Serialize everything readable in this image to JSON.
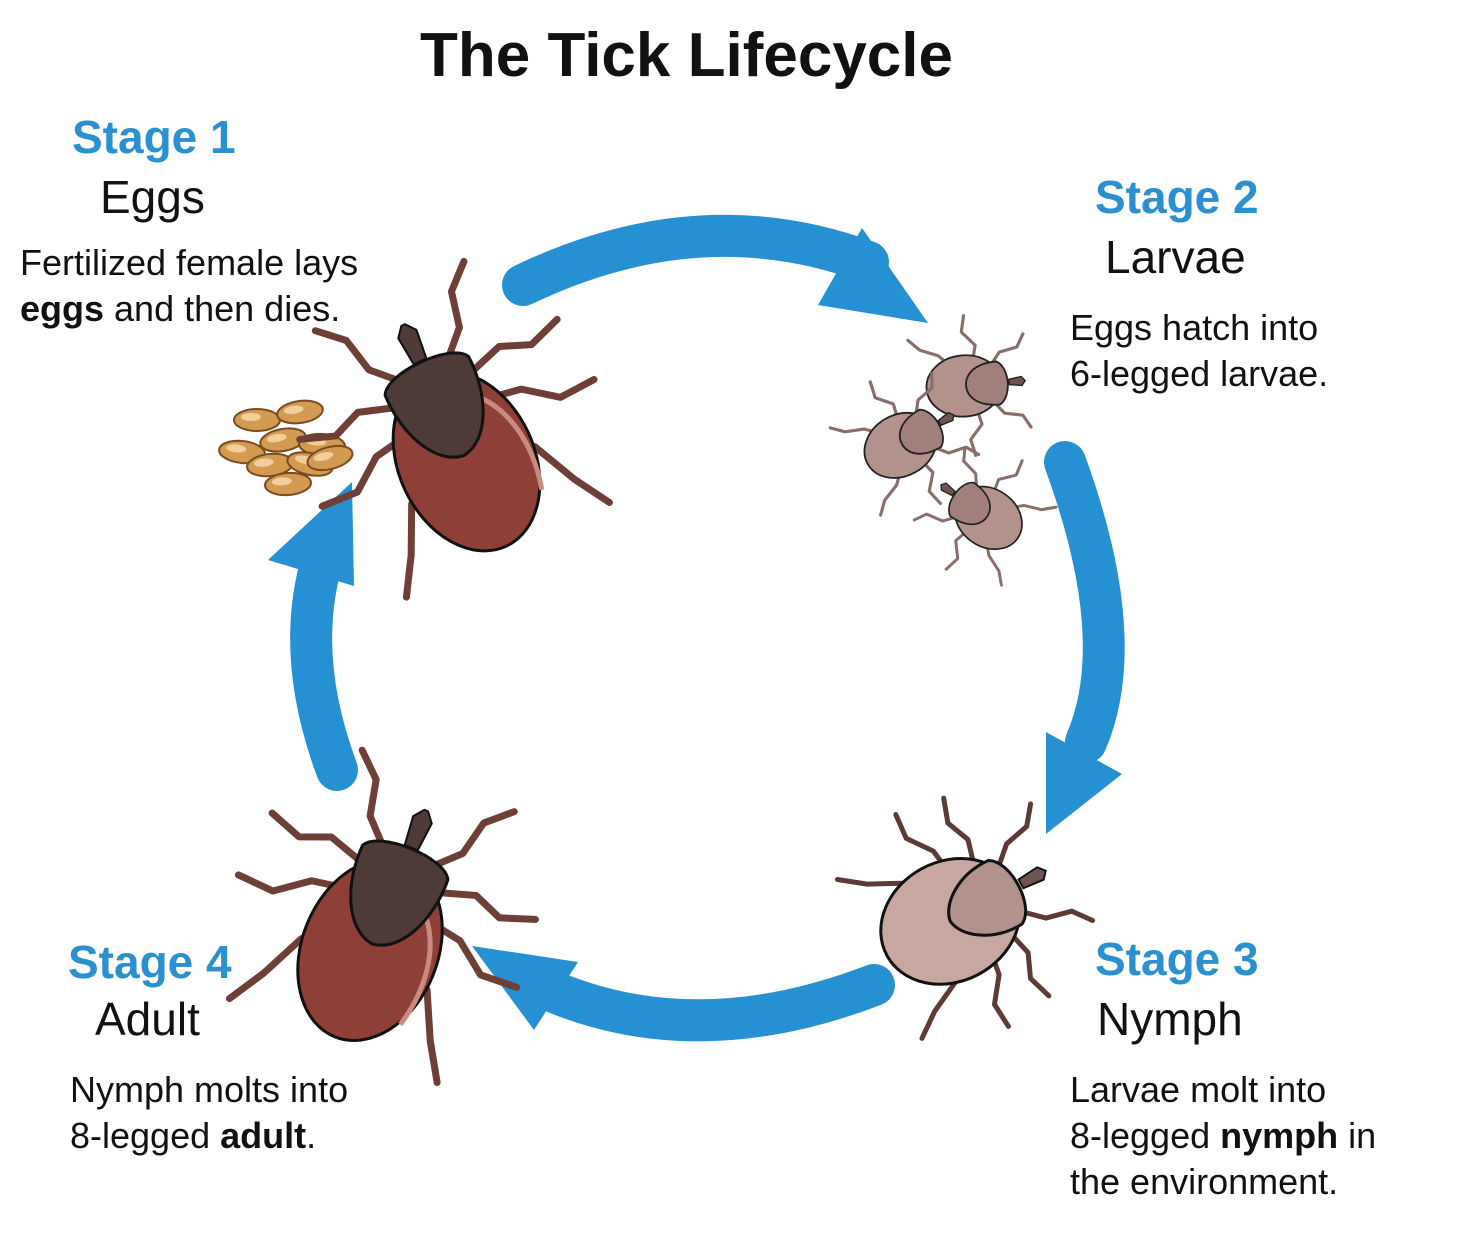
{
  "title": "The Tick Lifecycle",
  "colors": {
    "arrow": "#2590d2",
    "stage_label": "#2a90d0",
    "adult_scutum": "#4e3a36",
    "adult_body": "#8e3f36",
    "larva_body": "#b4928c",
    "egg": "#d39a52",
    "leg": "#6d3f36"
  },
  "stages": [
    {
      "label": "Stage 1",
      "name": "Eggs",
      "desc_line1": "Fertilized female lays",
      "desc_bold": "eggs",
      "desc_after_bold": " and then dies."
    },
    {
      "label": "Stage 2",
      "name": "Larvae",
      "desc_line1": "Eggs hatch into",
      "desc_line2": "6-legged larvae."
    },
    {
      "label": "Stage 3",
      "name": "Nymph",
      "desc_line1": "Larvae molt into",
      "desc_before_bold": "8-legged ",
      "desc_bold": "nymph",
      "desc_after_bold": " in",
      "desc_line3": "the environment."
    },
    {
      "label": "Stage 4",
      "name": "Adult",
      "desc_line1": "Nymph molts into",
      "desc_before_bold": "8-legged ",
      "desc_bold": "adult",
      "desc_after_bold": "."
    }
  ],
  "icons": [
    "arrow-icon",
    "egg-cluster-icon",
    "adult-tick-icon",
    "larva-tick-icon",
    "nymph-tick-icon"
  ]
}
